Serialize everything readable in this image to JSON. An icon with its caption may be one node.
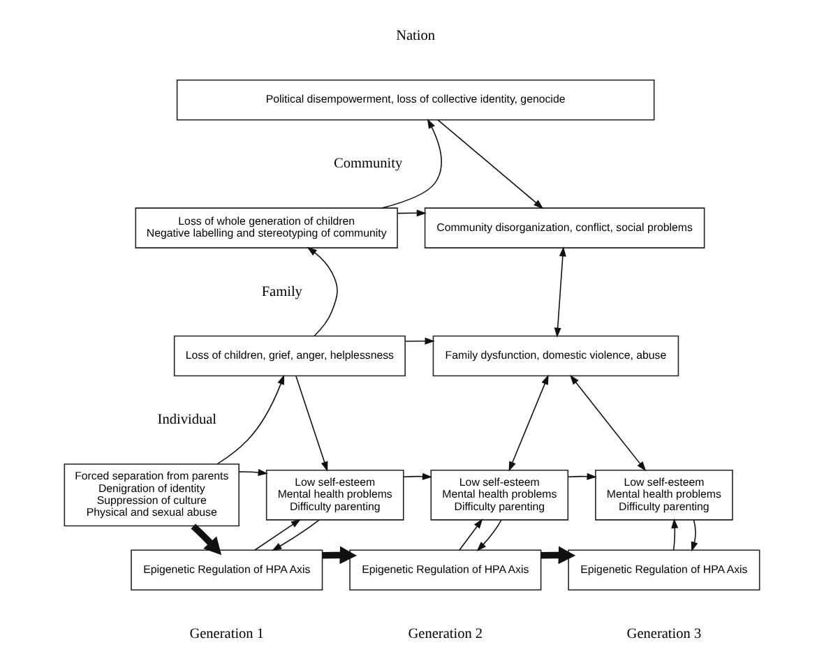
{
  "diagram": {
    "nodes": [
      {
        "text": [
          "Political disempowerment, loss of collective identity, genocide"
        ]
      },
      {
        "text": [
          "Loss of whole generation of children",
          "Negative labelling and stereotyping of community"
        ]
      },
      {
        "text": [
          "Community disorganization, conflict, social problems"
        ]
      },
      {
        "text": [
          "Loss of children, grief, anger, helplessness"
        ]
      },
      {
        "text": [
          "Family dysfunction, domestic violence, abuse"
        ]
      },
      {
        "text": [
          "Forced separation from parents",
          "Denigration of identity",
          "Suppression of culture",
          "Physical and sexual abuse"
        ]
      },
      {
        "text": [
          "Low self-esteem",
          "Mental health problems",
          "Difficulty parenting"
        ]
      },
      {
        "text": [
          "Low self-esteem",
          "Mental health problems",
          "Difficulty parenting"
        ]
      },
      {
        "text": [
          "Low self-esteem",
          "Mental health problems",
          "Difficulty parenting"
        ]
      },
      {
        "text": [
          "Epigenetic Regulation of HPA Axis"
        ]
      },
      {
        "text": [
          "Epigenetic Regulation of HPA Axis"
        ]
      },
      {
        "text": [
          "Epigenetic Regulation of HPA Axis"
        ]
      }
    ],
    "edges": [
      {
        "from": 1,
        "to": 0,
        "arrow": "to"
      },
      {
        "from": 0,
        "to": 2,
        "arrow": "to"
      },
      {
        "from": 1,
        "to": 2,
        "arrow": "to"
      },
      {
        "from": 2,
        "to": 4,
        "arrow": "both"
      },
      {
        "from": 3,
        "to": 1,
        "arrow": "to"
      },
      {
        "from": 3,
        "to": 4,
        "arrow": "to"
      },
      {
        "from": 3,
        "to": 6,
        "arrow": "to"
      },
      {
        "from": 4,
        "to": 7,
        "arrow": "both"
      },
      {
        "from": 4,
        "to": 8,
        "arrow": "both"
      },
      {
        "from": 5,
        "to": 3,
        "arrow": "to"
      },
      {
        "from": 5,
        "to": 6,
        "arrow": "to"
      },
      {
        "from": 6,
        "to": 7,
        "arrow": "to"
      },
      {
        "from": 7,
        "to": 8,
        "arrow": "to"
      },
      {
        "from": 5,
        "to": 9,
        "arrow": "to",
        "style": "thick"
      },
      {
        "from": 9,
        "to": 6,
        "arrow": "to"
      },
      {
        "from": 6,
        "to": 9,
        "arrow": "to"
      },
      {
        "from": 9,
        "to": 10,
        "arrow": "to",
        "style": "thick"
      },
      {
        "from": 10,
        "to": 7,
        "arrow": "to"
      },
      {
        "from": 7,
        "to": 10,
        "arrow": "to"
      },
      {
        "from": 10,
        "to": 11,
        "arrow": "to",
        "style": "thick"
      },
      {
        "from": 11,
        "to": 8,
        "arrow": "to"
      },
      {
        "from": 8,
        "to": 11,
        "arrow": "to"
      }
    ],
    "labels": [
      "Nation",
      "Community",
      "Family",
      "Individual",
      "Generation 1",
      "Generation 2",
      "Generation 3"
    ]
  }
}
